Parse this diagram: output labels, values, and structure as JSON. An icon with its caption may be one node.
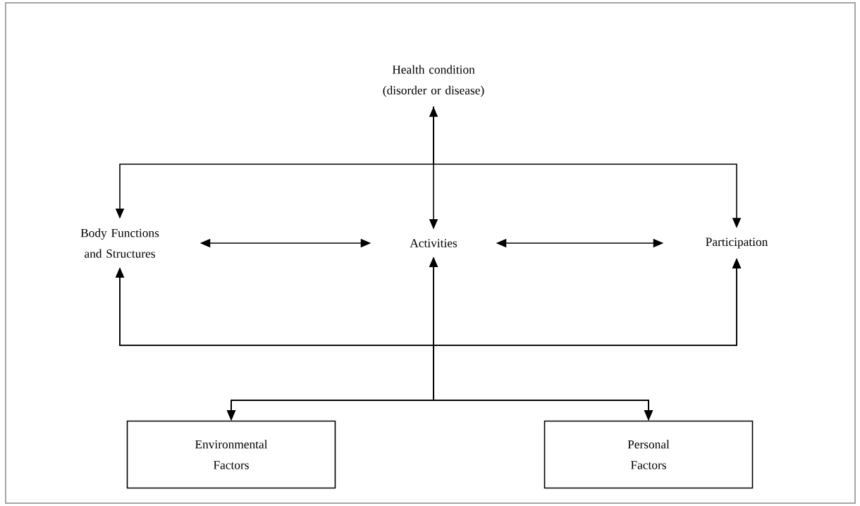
{
  "diagram": {
    "nodes": [
      {
        "text": [
          "Health condition (disorder or disease)"
        ]
      },
      {
        "text": [
          "Body Functions and Structures"
        ]
      },
      {
        "text": [
          "Activities"
        ]
      },
      {
        "text": [
          "Participation"
        ]
      },
      {
        "text": [
          "Environmental Factors"
        ]
      },
      {
        "text": [
          "Personal Factors"
        ]
      }
    ],
    "edges": [
      {
        "from": 0,
        "to": 2,
        "arrow": "both"
      },
      {
        "from": 0,
        "to": 1,
        "arrow": "to"
      },
      {
        "from": 0,
        "to": 3,
        "arrow": "to"
      },
      {
        "from": 1,
        "to": 2,
        "arrow": "both"
      },
      {
        "from": 2,
        "to": 3,
        "arrow": "both"
      },
      {
        "from": 4,
        "to": 1,
        "arrow": "both"
      },
      {
        "from": 4,
        "to": 2,
        "arrow": "both"
      },
      {
        "from": 4,
        "to": 3,
        "arrow": "both"
      },
      {
        "from": 5,
        "to": 1,
        "arrow": "both"
      },
      {
        "from": 5,
        "to": 2,
        "arrow": "both"
      },
      {
        "from": 5,
        "to": 3,
        "arrow": "both"
      }
    ]
  }
}
